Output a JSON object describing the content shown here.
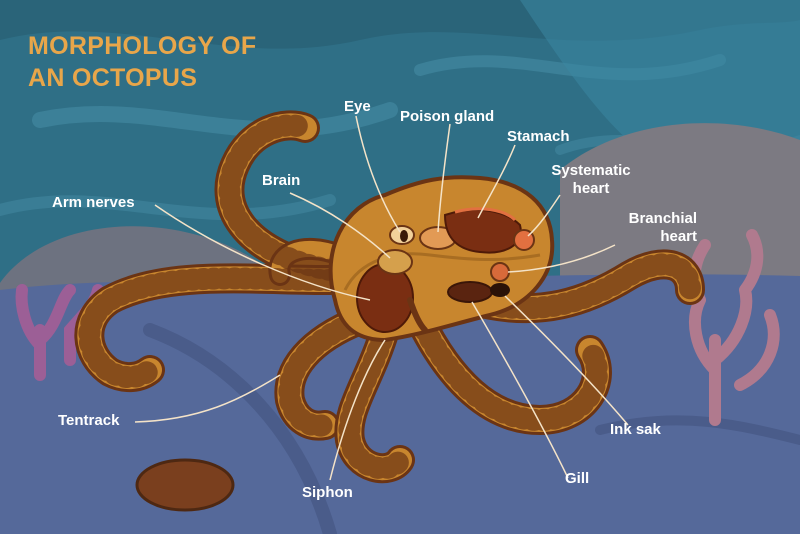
{
  "title": {
    "line1": "MORPHOLOGY OF",
    "line2": "AN OCTOPUS"
  },
  "labels": {
    "eye": "Eye",
    "poison_gland": "Poison gland",
    "stomach": "Stamach",
    "systemic_heart_line1": "Systematic",
    "systemic_heart_line2": "heart",
    "branchial_heart_line1": "Branchial",
    "branchial_heart_line2": "heart",
    "brain": "Brain",
    "arm_nerves": "Arm nerves",
    "tentacle": "Tentrack",
    "siphon": "Siphon",
    "gill": "Gill",
    "ink_sac": "Ink sak"
  },
  "colors": {
    "water": "#2f6f86",
    "seabed": "#55699a",
    "octopus_body": "#c8862e",
    "octopus_outline": "#6b3414",
    "title_text": "#e8a64a",
    "label_text": "#ffffff",
    "coral": "#b07a8e"
  }
}
